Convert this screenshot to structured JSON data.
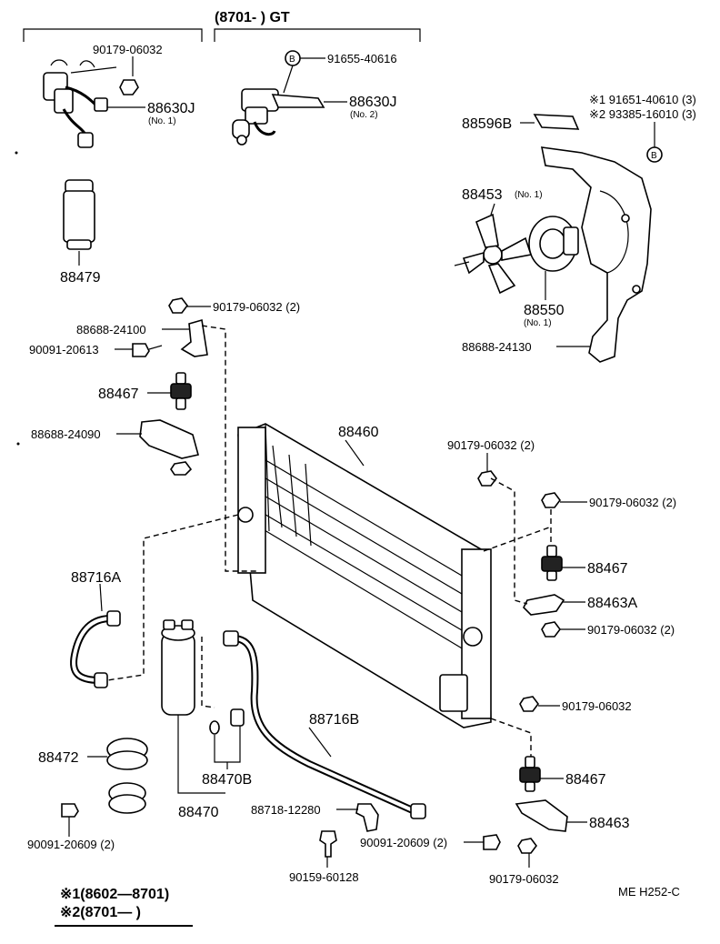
{
  "header": {
    "variant": "(8701-        ) GT"
  },
  "callouts": {
    "p1": "90179-06032",
    "p2": "91655-40616",
    "p3": "88630J",
    "p3sub": "(No. 1)",
    "p4": "88630J",
    "p4sub": "(No. 2)",
    "p5": "88479",
    "p6": "88596B",
    "p7a": "※1 91651-40610 (3)",
    "p7b": "※2 93385-16010 (3)",
    "p8": "88453",
    "p8sub": "(No. 1)",
    "p9": "88550",
    "p9sub": "(No. 1)",
    "p10": "88688-24130",
    "p11": "90179-06032 (2)",
    "p12": "88688-24100",
    "p13": "90091-20613",
    "p14": "88467",
    "p15": "88688-24090",
    "p16": "88460",
    "p17": "90179-06032 (2)",
    "p18": "90179-06032 (2)",
    "p19": "88467",
    "p20": "88463A",
    "p21": "90179-06032 (2)",
    "p22": "88716A",
    "p23": "90179-06032",
    "p24": "88716B",
    "p25": "88472",
    "p26": "88470B",
    "p27": "88467",
    "p28": "88470",
    "p29": "88718-12280",
    "p30": "88463",
    "p31": "90091-20609 (2)",
    "p32": "90091-20609 (2)",
    "p33": "90159-60128",
    "p34": "90179-06032",
    "circleB1": "B",
    "circleB2": "B"
  },
  "legend": {
    "line1": "※1(8602—8701)",
    "line2": "※2(8701—        )"
  },
  "footer": {
    "code": "ME  H252-C"
  }
}
